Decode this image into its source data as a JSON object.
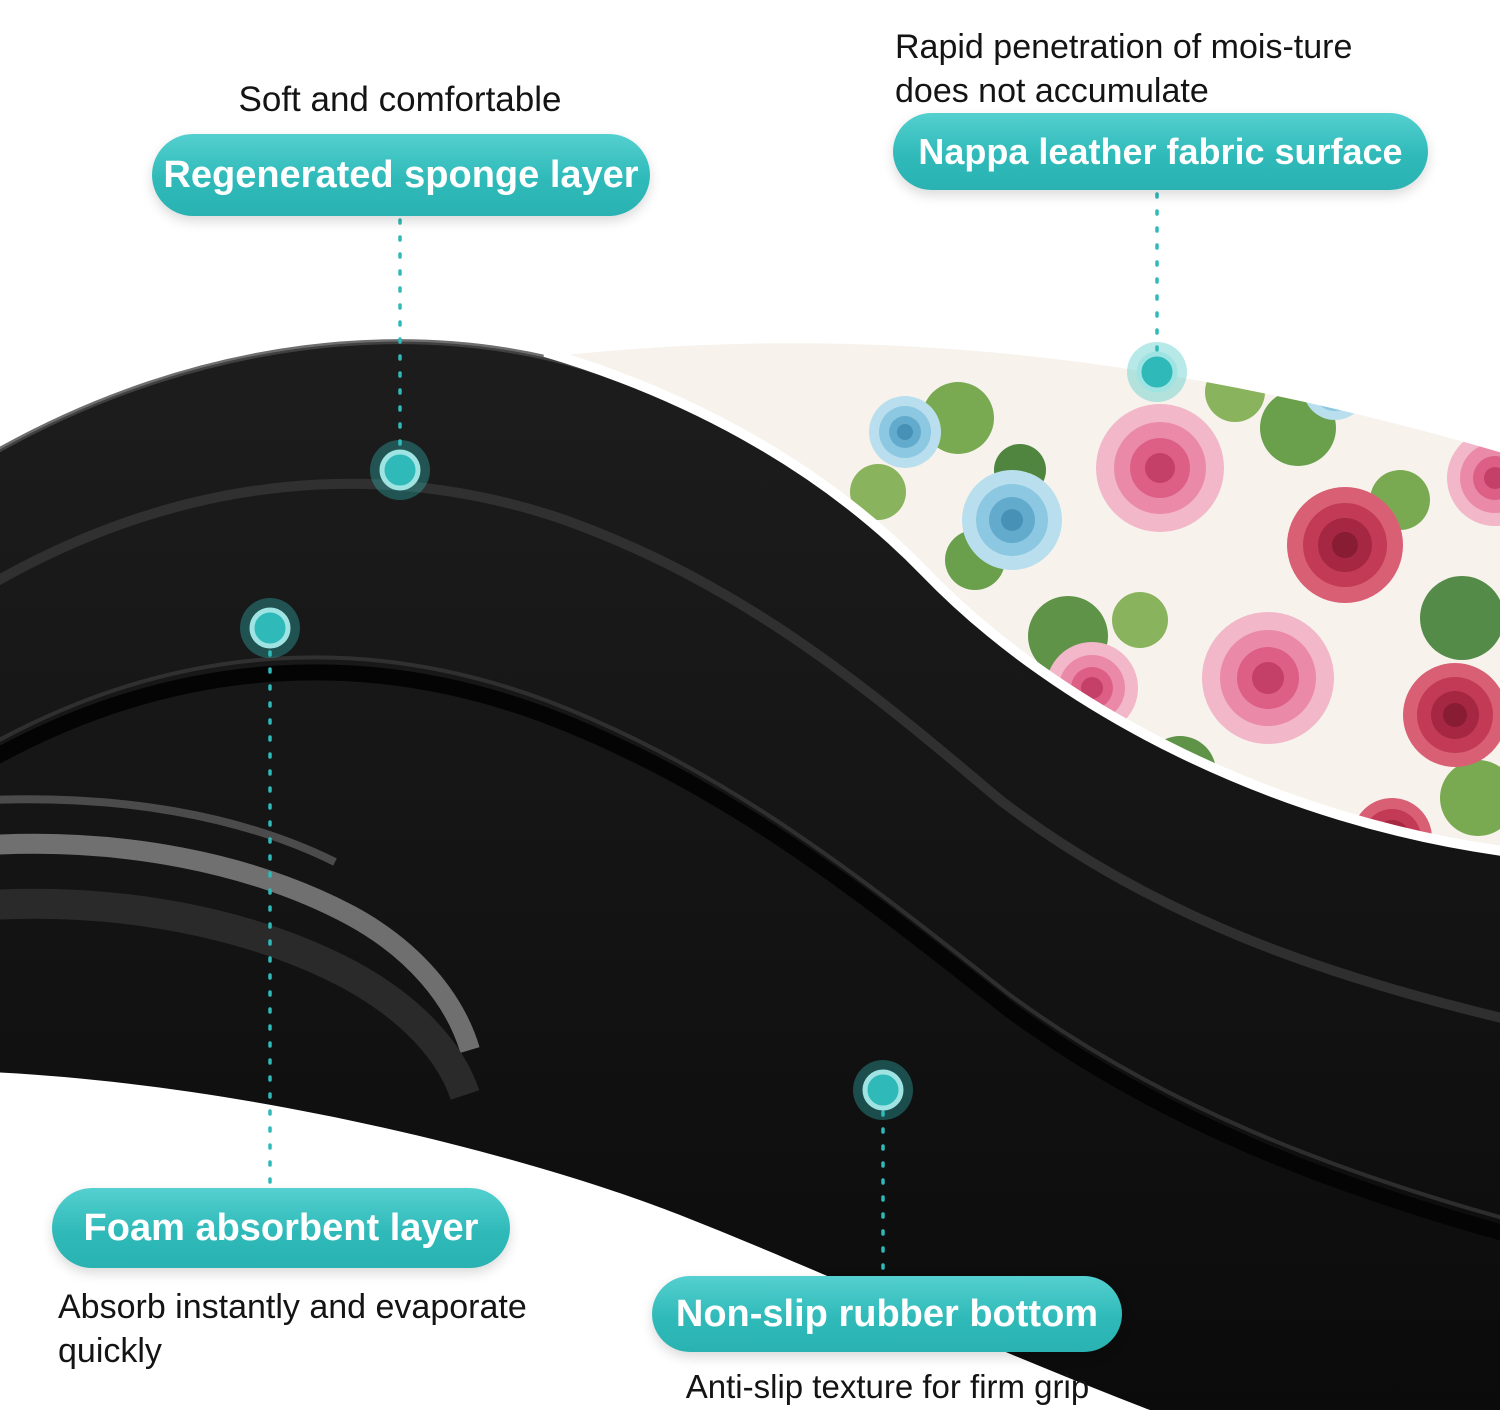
{
  "colors": {
    "accent": "#2fb9b8",
    "pill_gradient_top": "#54d0cf",
    "pill_gradient_bottom": "#29b2b1",
    "pill_text": "#ffffff",
    "note_text": "#141414"
  },
  "callouts": {
    "sponge": {
      "note": "Soft and comfortable",
      "label": "Regenerated sponge layer"
    },
    "surface": {
      "note": "Rapid penetration of mois-ture does not accumulate",
      "label": "Nappa leather fabric surface"
    },
    "foam": {
      "label": "Foam absorbent layer",
      "note": "Absorb instantly and evaporate quickly"
    },
    "bottom": {
      "label": "Non-slip rubber bottom",
      "note": "Anti-slip texture for firm grip"
    }
  }
}
